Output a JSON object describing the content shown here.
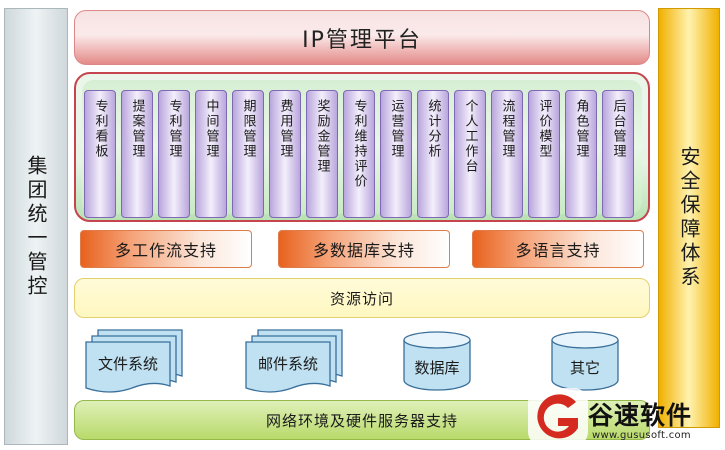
{
  "title": "IP管理平台",
  "left_pillar": "集团统一管控",
  "right_pillar": "安全保障体系",
  "modules": [
    "专利看板",
    "提案管理",
    "专利管理",
    "中间管理",
    "期限管理",
    "费用管理",
    "奖励金管理",
    "专利维持评价",
    "运营管理",
    "统计分析",
    "个人工作台",
    "流程管理",
    "评价模型",
    "角色管理",
    "后台管理"
  ],
  "supports": [
    "多工作流支持",
    "多数据库支持",
    "多语言支持"
  ],
  "resource_access": "资源访问",
  "storage": {
    "file_system": "文件系统",
    "mail_system": "邮件系统",
    "database": "数据库",
    "other": "其它"
  },
  "network": "网络环境及硬件服务器支持",
  "watermark": {
    "brand": "谷速软件",
    "url": "www.gususoft.com"
  },
  "colors": {
    "title": "#e38a88",
    "modules_border": "#c5444e",
    "module_fill": "#b9a6dd",
    "support": "#e8621e",
    "resource": "#fff7c0",
    "network": "#b9da6a",
    "right_pillar": "#f0b000",
    "left_pillar": "#cfd8dc",
    "watermark_red": "#d42a1f"
  }
}
